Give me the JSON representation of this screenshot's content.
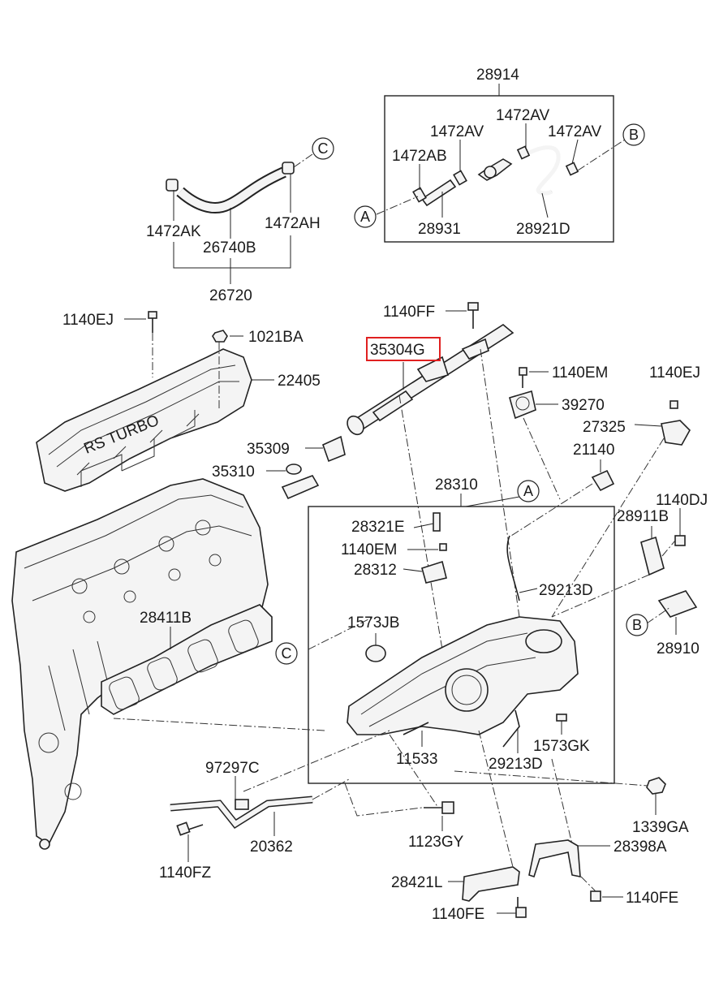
{
  "labels": {
    "p28914": "28914",
    "p1472AV_a": "1472AV",
    "p1472AV_b": "1472AV",
    "p1472AV_c": "1472AV",
    "p1472AB": "1472AB",
    "p28931": "28931",
    "p28921D": "28921D",
    "p1472AK": "1472AK",
    "p26740B": "26740B",
    "p1472AH": "1472AH",
    "p26720": "26720",
    "p1140EJ_a": "1140EJ",
    "p1021BA": "1021BA",
    "p22405": "22405",
    "p1140FF": "1140FF",
    "p35304G": "35304G",
    "p1140EM_a": "1140EM",
    "p39270": "39270",
    "p1140EJ_b": "1140EJ",
    "p27325": "27325",
    "p35309": "35309",
    "p35310": "35310",
    "p21140": "21140",
    "p28310": "28310",
    "p1140DJ": "1140DJ",
    "p28321E": "28321E",
    "p28911B": "28911B",
    "p1140EM_b": "1140EM",
    "p28312": "28312",
    "p29213D_a": "29213D",
    "p28411B": "28411B",
    "p1573JB": "1573JB",
    "p28910": "28910",
    "p11533": "11533",
    "p1573GK": "1573GK",
    "p29213D_b": "29213D",
    "p97297C": "97297C",
    "p1339GA": "1339GA",
    "p1140FZ": "1140FZ",
    "p20362": "20362",
    "p1123GY": "1123GY",
    "p28398A": "28398A",
    "p28421L": "28421L",
    "p1140FE_a": "1140FE",
    "p1140FE_b": "1140FE",
    "cover_text": "RS TURBO"
  },
  "callouts": {
    "A": "A",
    "B": "B",
    "C": "C"
  },
  "highlight": {
    "part": "35304G",
    "color": "#e02020"
  }
}
